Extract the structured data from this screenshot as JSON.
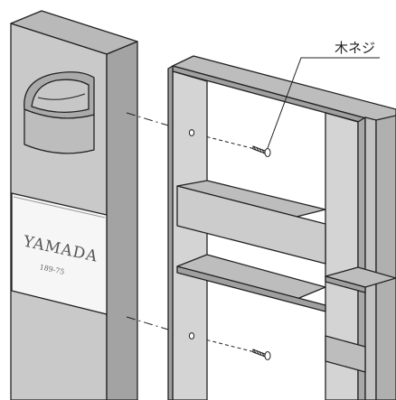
{
  "callout": {
    "label": "木ネジ"
  },
  "nameplate": {
    "name": "YAMADA",
    "number": "189-75"
  },
  "colors": {
    "outline": "#222222",
    "pillar_front": "#c9c9c9",
    "pillar_top": "#b9b9b9",
    "pillar_side": "#a3a3a3",
    "frame_light": "#d4d4d4",
    "frame_mid": "#c2c2c2",
    "frame_dark": "#a0a0a0",
    "plate": "#f6f6f6",
    "mailbox": "#bdbdbd"
  },
  "icons": [
    "wood-screw-icon",
    "mailbox-icon"
  ]
}
